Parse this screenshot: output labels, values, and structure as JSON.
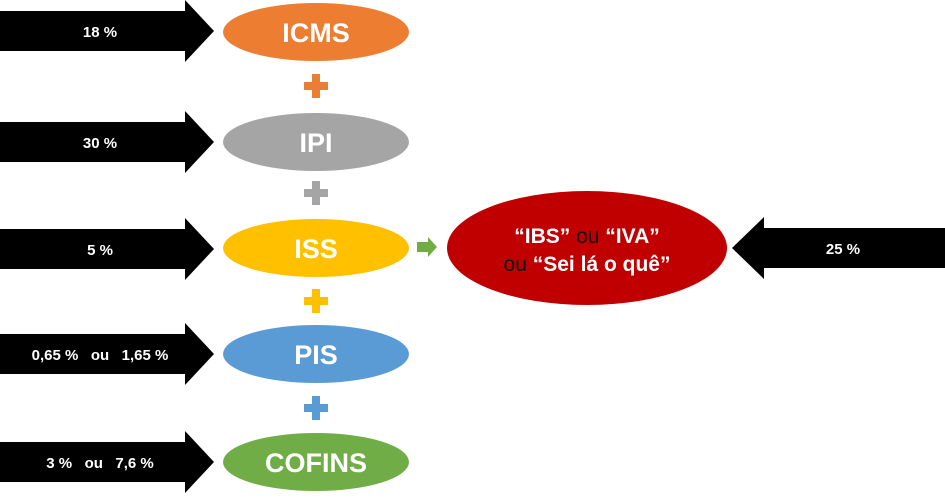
{
  "taxes": [
    {
      "name": "ICMS",
      "rate_label": "18 %",
      "color": "#ED7D31"
    },
    {
      "name": "IPI",
      "rate_label": "30 %",
      "color": "#A5A5A5"
    },
    {
      "name": "ISS",
      "rate_label": "5 %",
      "color": "#FFC000"
    },
    {
      "name": "PIS",
      "rate_label": "0,65 %   ou   1,65 %",
      "color": "#5B9BD5"
    },
    {
      "name": "COFINS",
      "rate_label": "3 %   ou   7,6 %",
      "color": "#70AD47"
    }
  ],
  "plus_signs": [
    {
      "symbol": "+",
      "color": "#ED7D31"
    },
    {
      "symbol": "+",
      "color": "#A5A5A5"
    },
    {
      "symbol": "+",
      "color": "#FFC000"
    },
    {
      "symbol": "+",
      "color": "#5B9BD5"
    }
  ],
  "result": {
    "line1_part1": "“IBS”",
    "line1_sep": " ou ",
    "line1_part2": "“IVA”",
    "line2_sep": "ou ",
    "line2_part": "“Sei lá o quê”",
    "rate_label": "25 %",
    "color": "#C00000",
    "connector_arrow_color": "#70AD47"
  },
  "arrow_color": "#000000"
}
